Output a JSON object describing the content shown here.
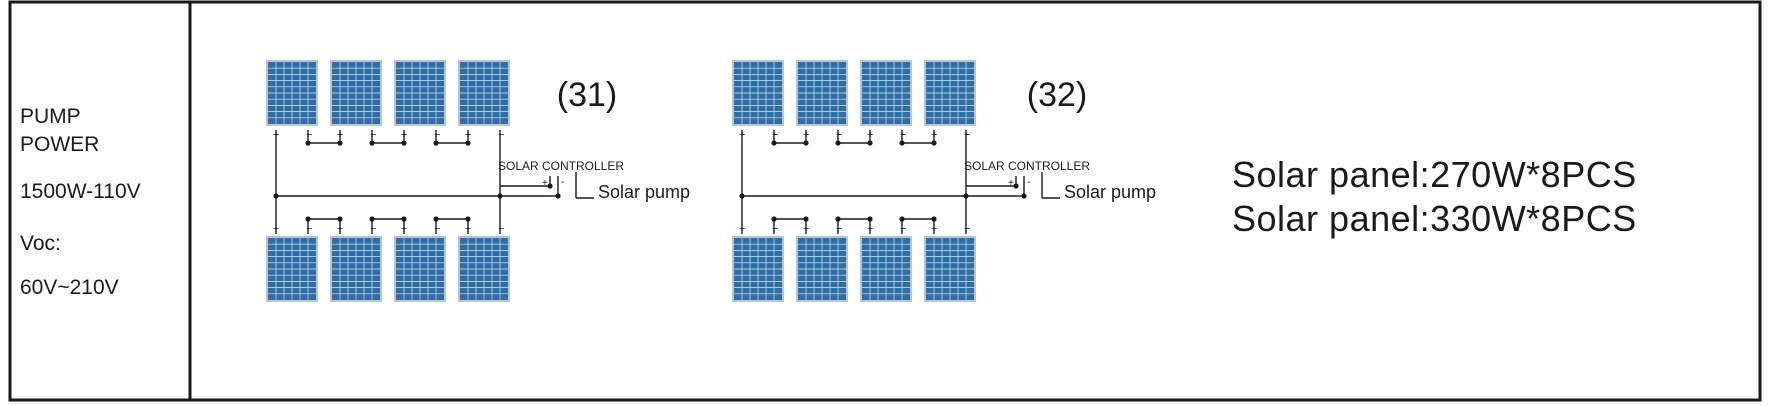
{
  "pump": {
    "title_line1": "PUMP",
    "title_line2": "POWER",
    "power": "1500W-110V",
    "voc_label": "Voc:",
    "voc_range": "60V~210V"
  },
  "configs": [
    {
      "id": "(31)",
      "controller_label": "SOLAR CONTROLLER",
      "pump_label": "Solar pump",
      "rows": 2,
      "panels_per_row": 4
    },
    {
      "id": "(32)",
      "controller_label": "SOLAR CONTROLLER",
      "pump_label": "Solar pump",
      "rows": 2,
      "panels_per_row": 4
    }
  ],
  "specs": [
    "Solar panel:270W*8PCS",
    "Solar panel:330W*8PCS"
  ],
  "colors": {
    "panel_fill": "#2f6fa8",
    "panel_grid": "#d6e6f3",
    "panel_frame": "#b8c4cf",
    "wire": "#1a1a1a",
    "border": "#1a1a1a"
  }
}
